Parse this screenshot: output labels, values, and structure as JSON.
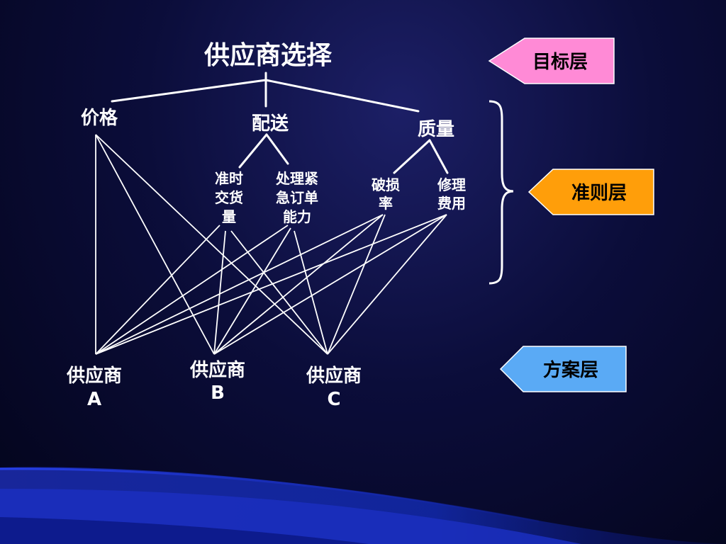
{
  "goal": {
    "label": "供应商选择"
  },
  "criteria": [
    {
      "label": "价格"
    },
    {
      "label": "配送"
    },
    {
      "label": "质量"
    }
  ],
  "subcriteria": [
    {
      "lines": [
        "准时",
        "交货",
        "量"
      ]
    },
    {
      "lines": [
        "处理紧",
        "急订单",
        "能力"
      ]
    },
    {
      "lines": [
        "破损",
        "率"
      ]
    },
    {
      "lines": [
        "修理",
        "费用"
      ]
    }
  ],
  "alternatives": [
    {
      "line1": "供应商",
      "line2": "A"
    },
    {
      "line1": "供应商",
      "line2": "B"
    },
    {
      "line1": "供应商",
      "line2": "C"
    }
  ],
  "layers": {
    "goal": {
      "label": "目标层",
      "color": "#ff8ad6"
    },
    "criteria": {
      "label": "准则层",
      "color": "#ff9e0a"
    },
    "alternatives": {
      "label": "方案层",
      "color": "#5aaaf5"
    }
  }
}
